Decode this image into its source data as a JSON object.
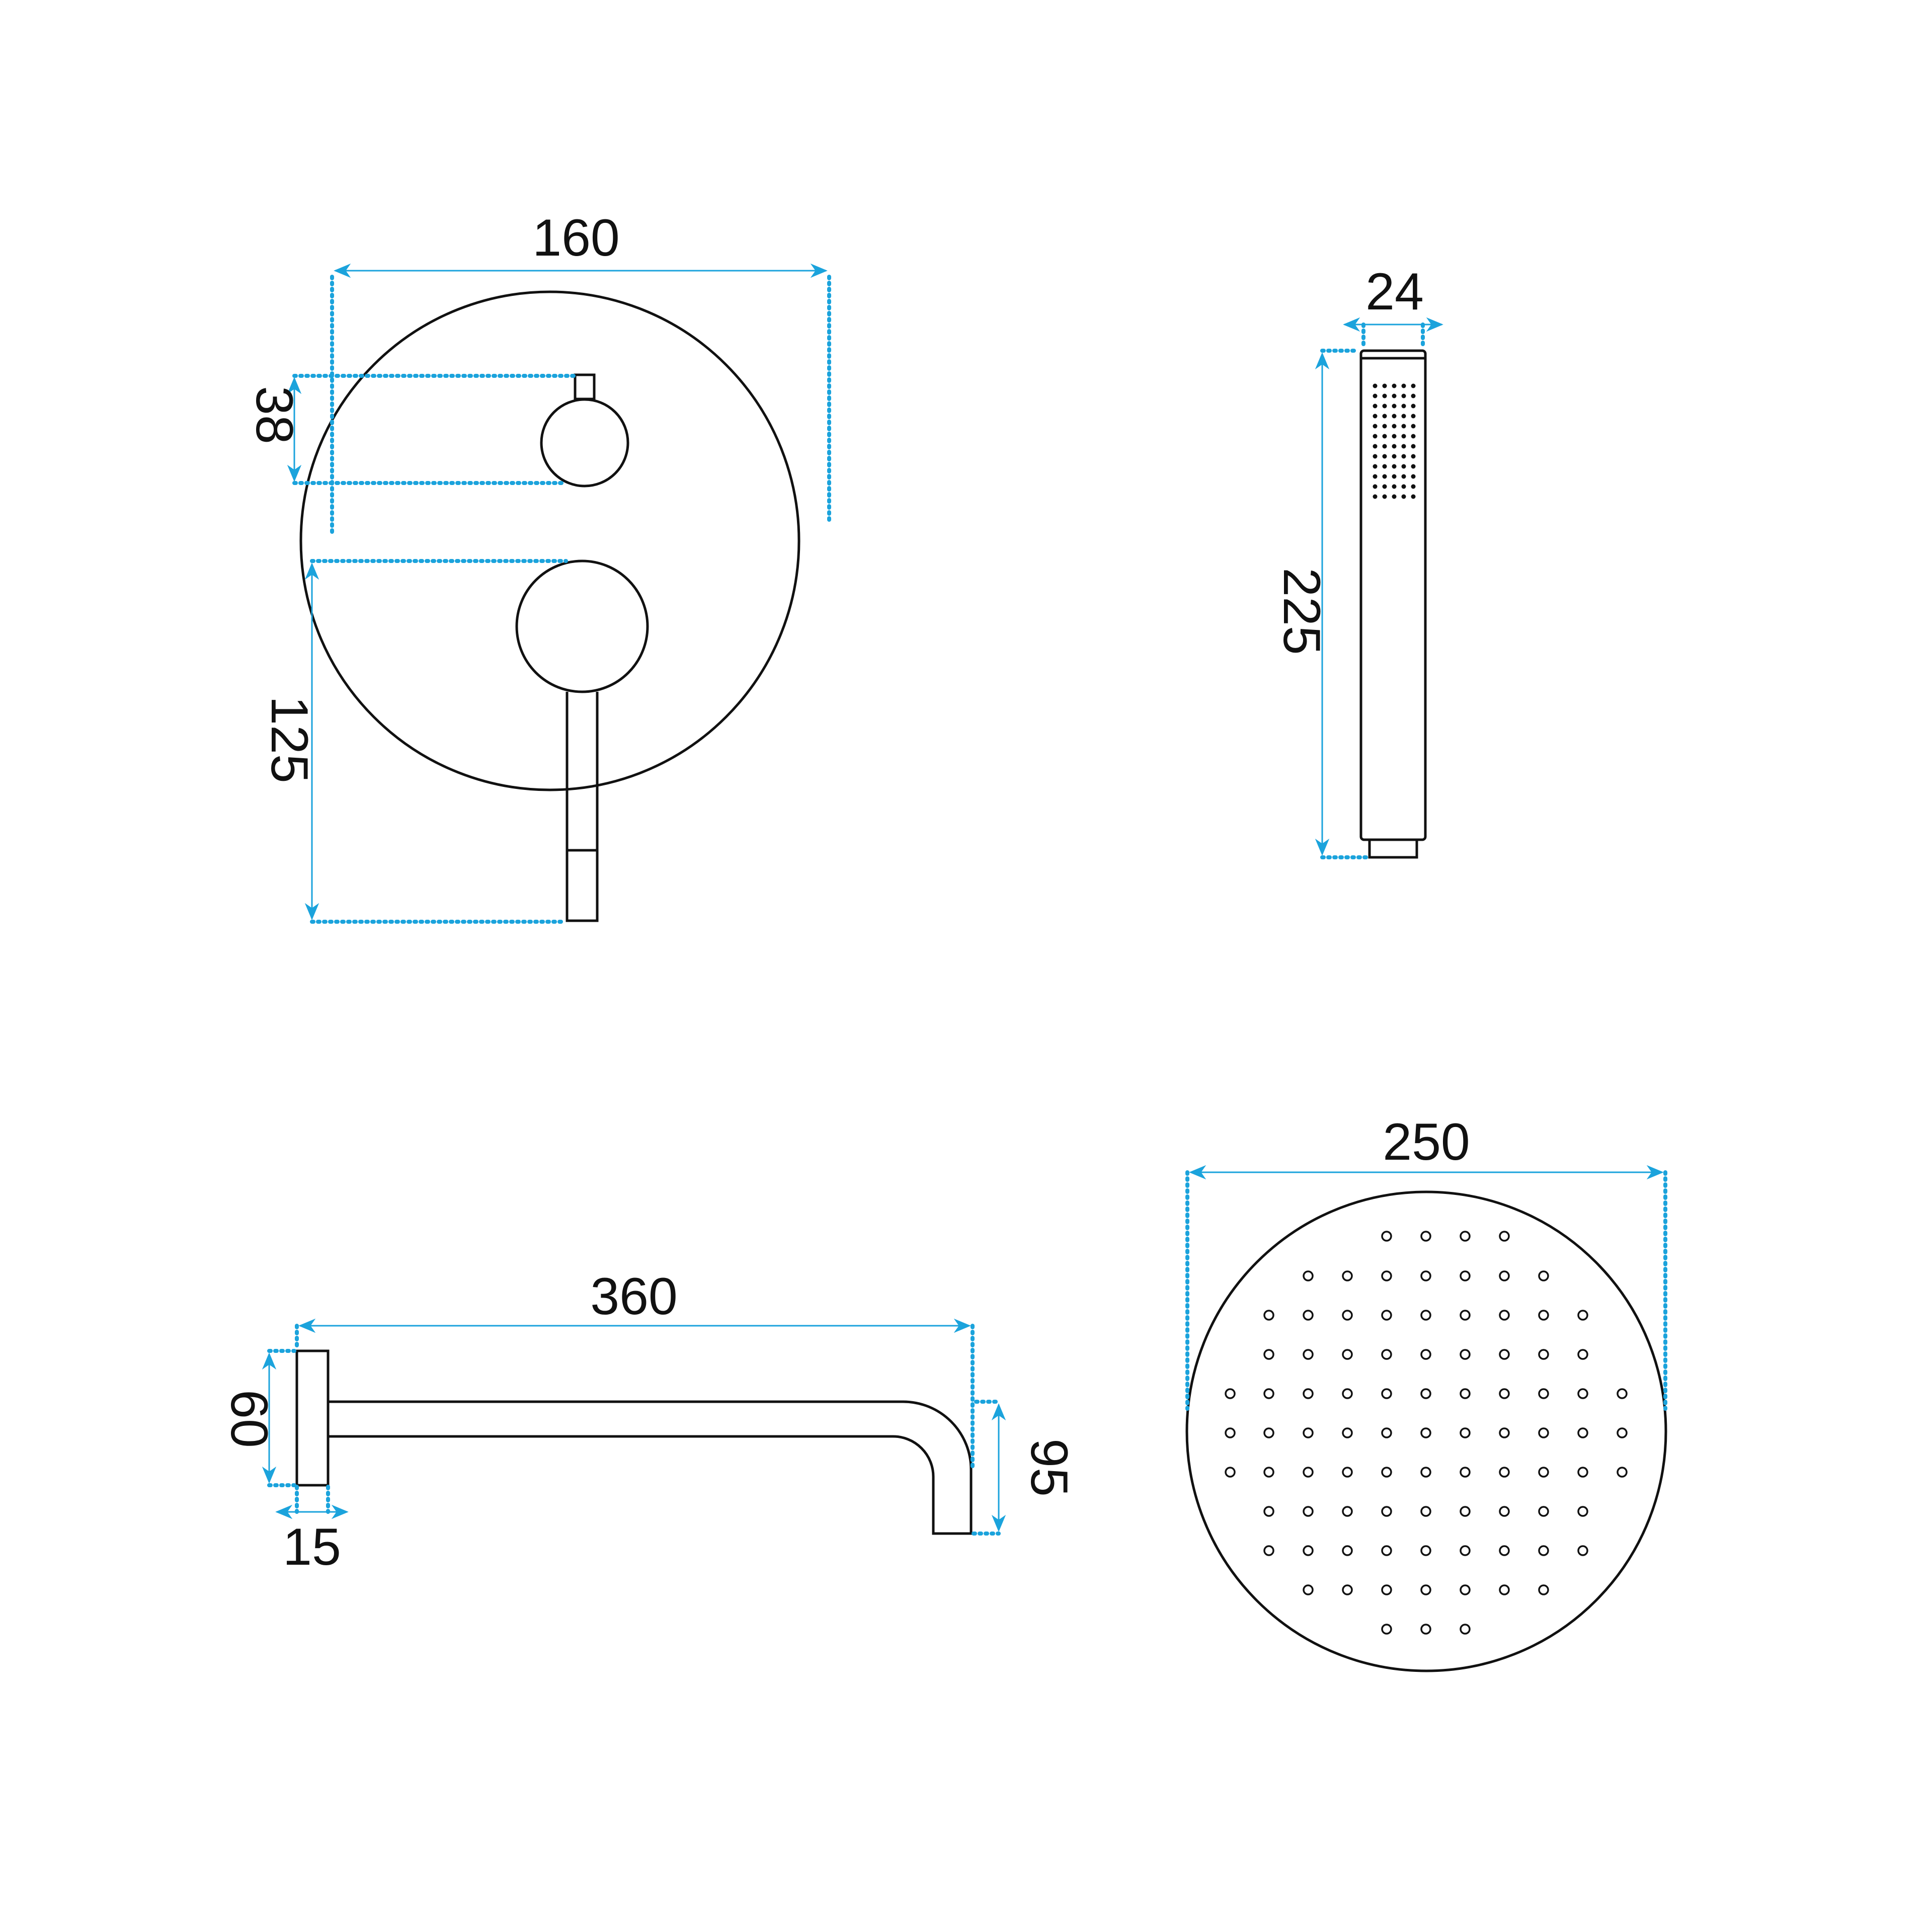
{
  "colors": {
    "line": "#111111",
    "dimension": "#1ba3dc",
    "background": "#ffffff"
  },
  "dimensions": {
    "mixer_width": "160",
    "mixer_knob": "38",
    "mixer_lever": "125",
    "hand_shower_width": "24",
    "hand_shower_length": "225",
    "arm_length": "360",
    "arm_flange_height": "60",
    "arm_flange_depth": "15",
    "arm_drop": "95",
    "head_diameter": "250"
  }
}
